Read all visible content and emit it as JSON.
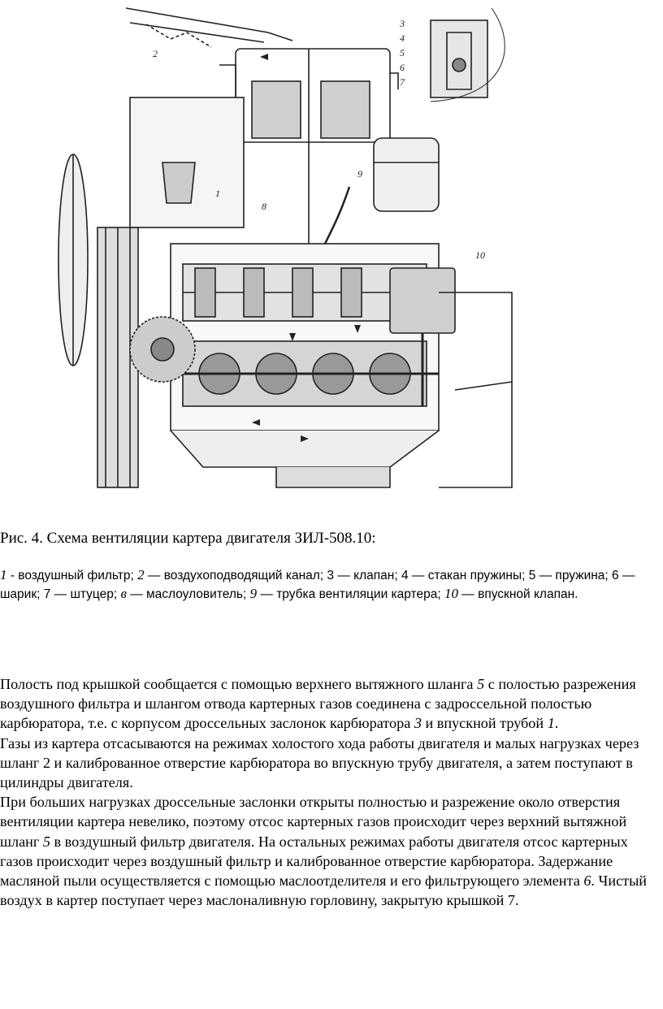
{
  "figure": {
    "callouts": [
      "1",
      "2",
      "3",
      "4",
      "5",
      "6",
      "7",
      "8",
      "9",
      "10"
    ]
  },
  "caption": {
    "title": "Рис. 4. Схема вентиляции картера двигателя ЗИЛ-508.10:",
    "legend": [
      {
        "num": "1",
        "text": " - воздушный фильтр; "
      },
      {
        "num": "2",
        "text": " — воздухоподводящий канал; 3 — клапан; 4 — стакан пружины; 5 — пружина; 6 — шарик; 7 — штуцер; "
      },
      {
        "num": "в",
        "text": " — маслоуловитель; "
      },
      {
        "num": "9",
        "text": " — трубка вентиляции картера; "
      },
      {
        "num": "10",
        "text": " — впускной клапан."
      }
    ]
  },
  "body": {
    "p1": [
      "Полость под крышкой сообщается с помощью верхнего вытяжного шланга ",
      "5",
      " с полостью разрежения воздушного фильтра и шлангом отвода картерных газов соединена с задроссельной полостью карбюратора, т.е. с корпусом дроссельных заслонок карбюратора ",
      "3",
      " и впускной трубой ",
      "1",
      "."
    ],
    "p2": "Газы из картера отсасываются на режимах холостого хода работы двигателя и малых нагрузках через шланг 2 и калиброванное отверстие карбюратора во впускную трубу двигателя, а затем поступают в цилиндры двигателя.",
    "p3": [
      "При больших нагрузках дроссельные заслонки открыты полностью и разрежение около отверстия вентиляции картера невелико, поэтому отсос картерных газов происходит через верхний вытяжной шланг ",
      "5",
      " в воздушный фильтр двигателя. На остальных режимах работы двигателя отсос картерных газов происходит через воздушный фильтр и калиброванное отверстие карбюратора. Задержание масляной пыли осуществляется с помощью маслоотделителя и его фильтрующего элемента ",
      "6",
      ". Чистый воздух в картер поступает через маслоналивную горловину, закрытую крышкой 7."
    ]
  }
}
